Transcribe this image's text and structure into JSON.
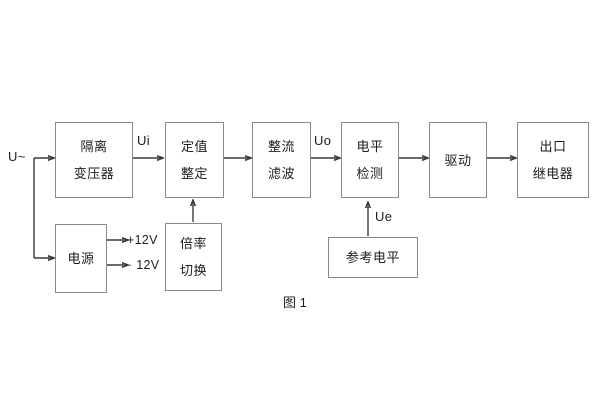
{
  "figure": {
    "caption": "图 1",
    "background_color": "#ffffff",
    "border_color": "#8a8a8a",
    "line_color": "#3a3a3a",
    "text_color": "#1d1d1d"
  },
  "blocks": [
    {
      "id": "isolation-transformer",
      "lines": [
        "隔离",
        "变压器"
      ]
    },
    {
      "id": "setting-value",
      "lines": [
        "定值",
        "整定"
      ]
    },
    {
      "id": "rectify-filter",
      "lines": [
        "整流",
        "滤波"
      ]
    },
    {
      "id": "level-detect",
      "lines": [
        "电平",
        "检测"
      ]
    },
    {
      "id": "drive",
      "lines": [
        "驱动"
      ]
    },
    {
      "id": "output-relay",
      "lines": [
        "出口",
        "继电器"
      ]
    },
    {
      "id": "power-supply",
      "lines": [
        "电源"
      ]
    },
    {
      "id": "multiplier-switch",
      "lines": [
        "倍率",
        "切换"
      ]
    },
    {
      "id": "reference-level",
      "lines": [
        "参考电平"
      ]
    }
  ],
  "signals": {
    "input_source": "U~",
    "ui": "Ui",
    "uo": "Uo",
    "ue": "Ue",
    "supply_positive": "+12V",
    "supply_negative": "· 12V"
  }
}
